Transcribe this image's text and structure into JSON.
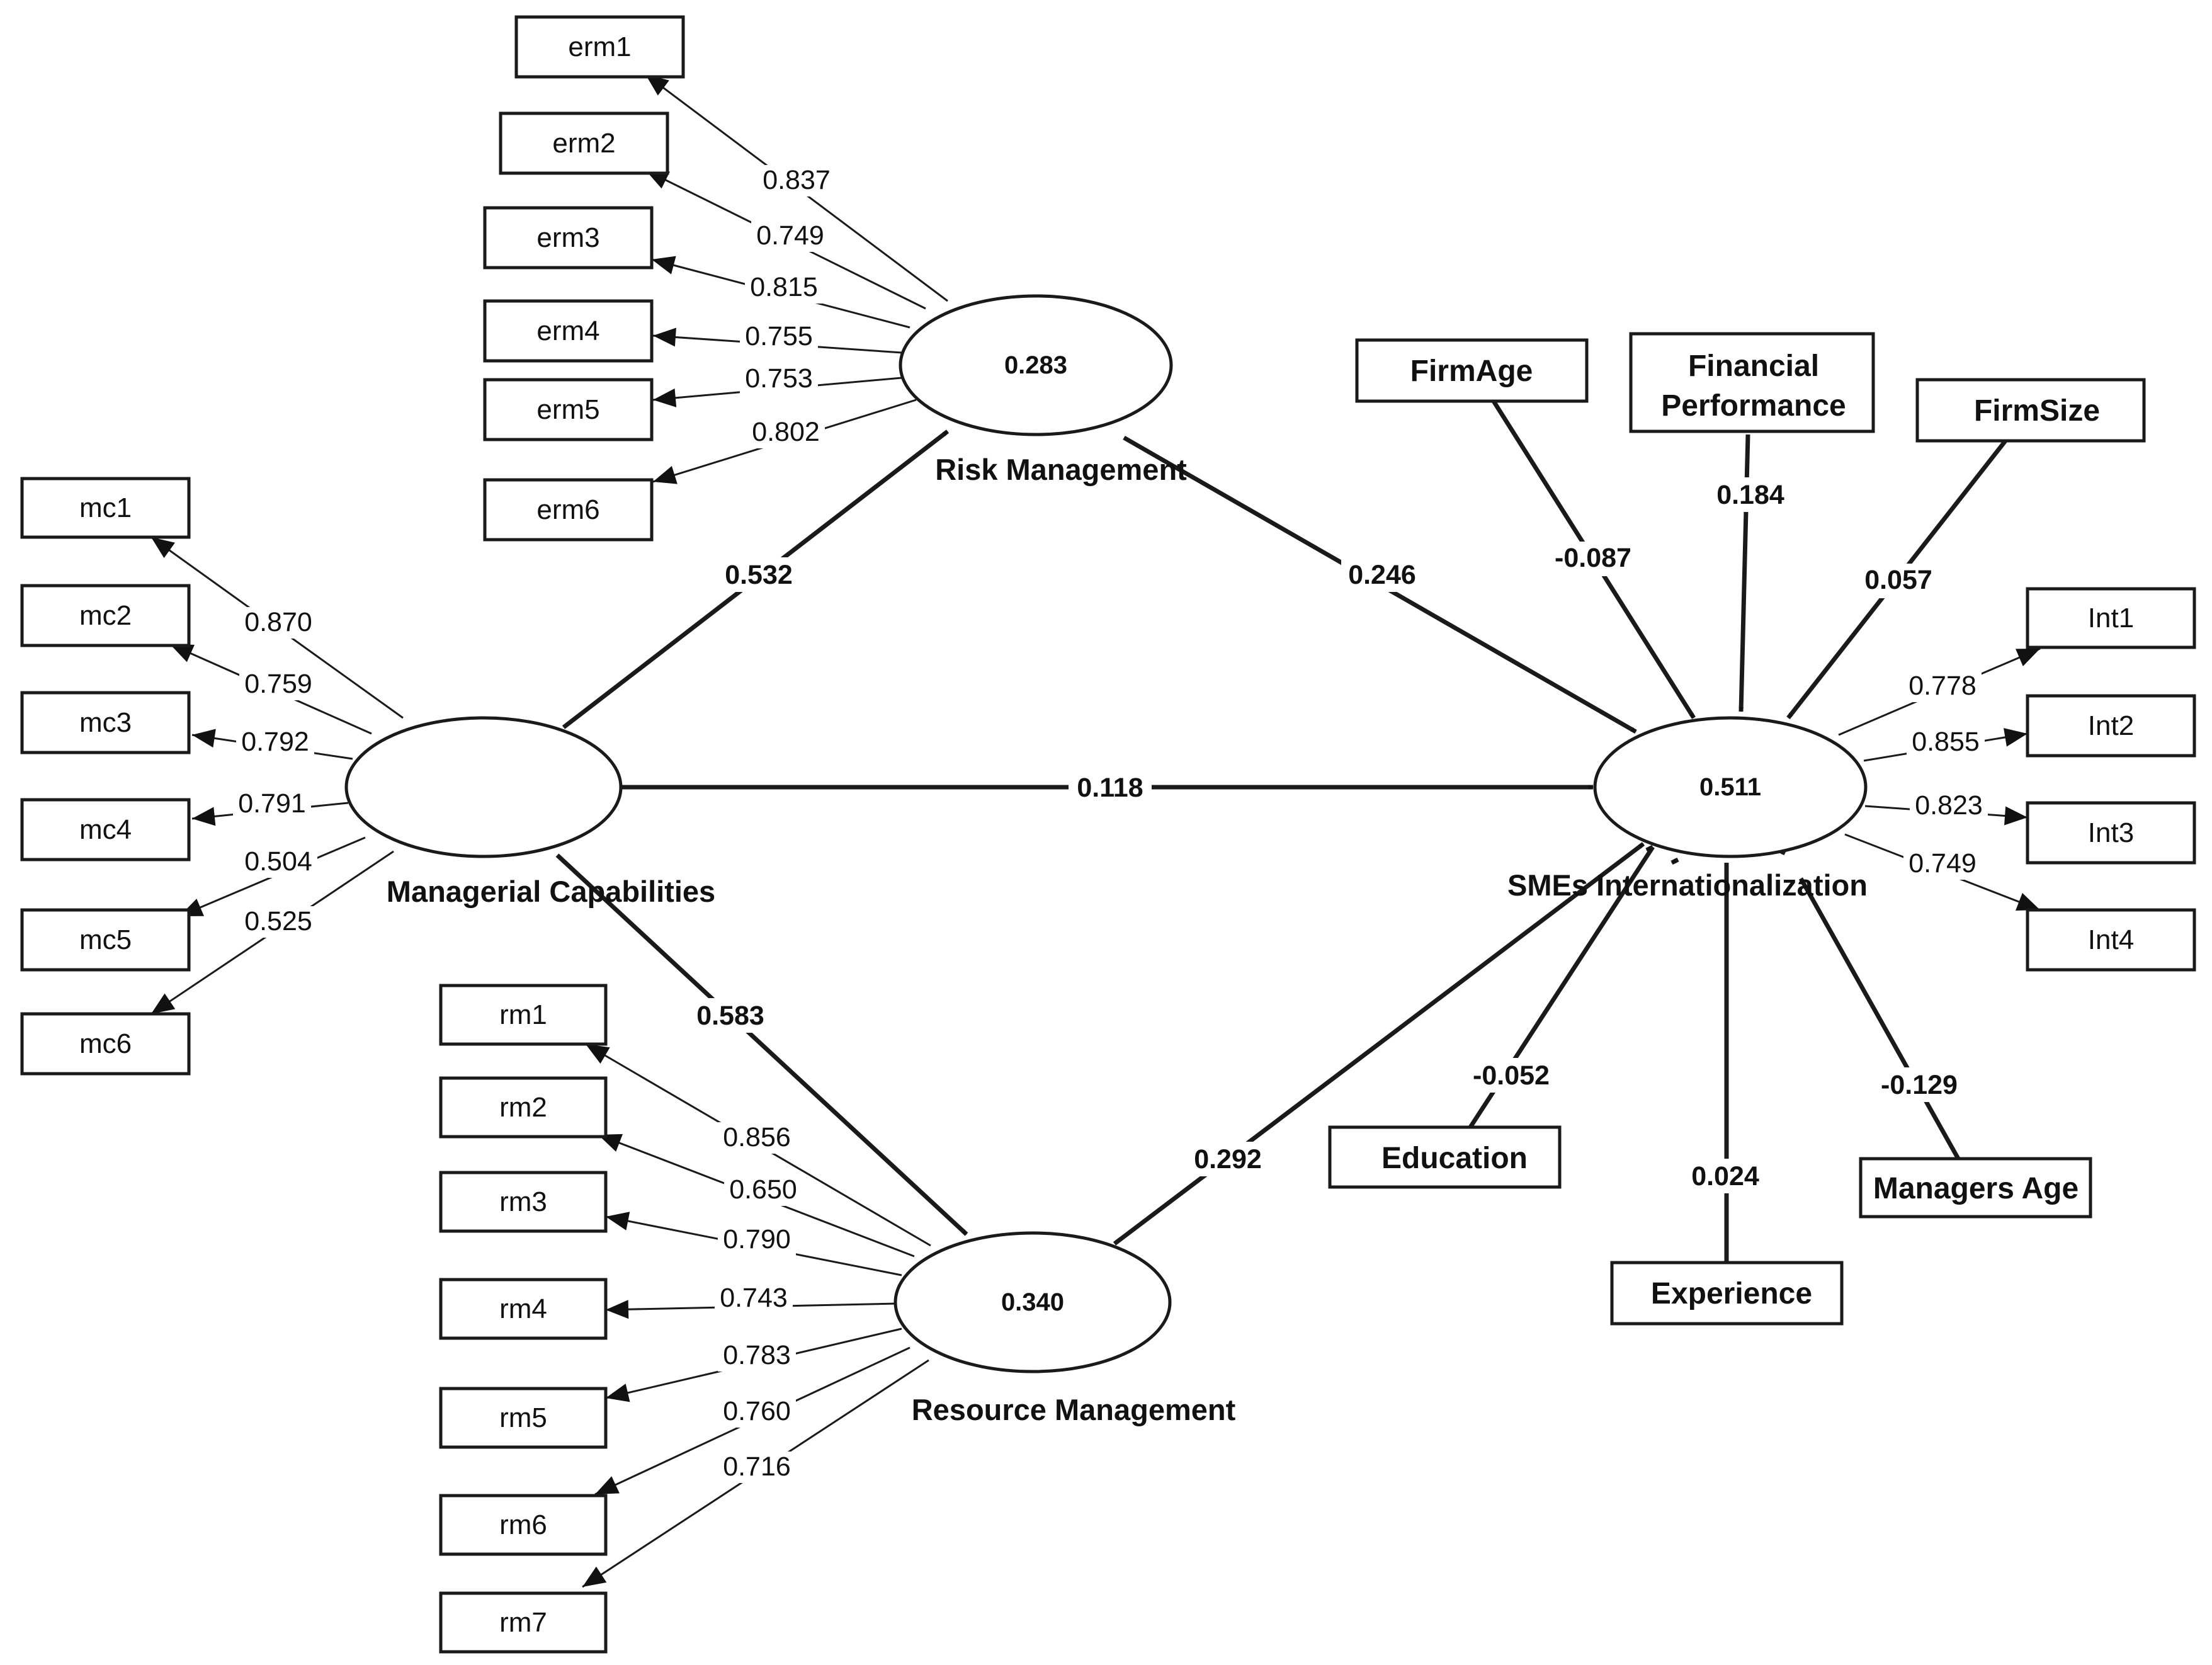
{
  "diagram": {
    "type": "structural-equation-path-model",
    "constructs": {
      "risk_management": {
        "label": "Risk Management",
        "r2": "0.283"
      },
      "managerial_capabilities": {
        "label": "Managerial Capabilities"
      },
      "resource_management": {
        "label": "Resource Management",
        "r2": "0.340"
      },
      "smes_internationalization": {
        "label": "SMEs Internationalization",
        "r2": "0.511"
      }
    },
    "indicators": {
      "erm": [
        {
          "label": "erm1",
          "loading": "0.837"
        },
        {
          "label": "erm2",
          "loading": "0.749"
        },
        {
          "label": "erm3",
          "loading": "0.815"
        },
        {
          "label": "erm4",
          "loading": "0.755"
        },
        {
          "label": "erm5",
          "loading": "0.753"
        },
        {
          "label": "erm6",
          "loading": "0.802"
        }
      ],
      "mc": [
        {
          "label": "mc1",
          "loading": "0.870"
        },
        {
          "label": "mc2",
          "loading": "0.759"
        },
        {
          "label": "mc3",
          "loading": "0.792"
        },
        {
          "label": "mc4",
          "loading": "0.791"
        },
        {
          "label": "mc5",
          "loading": "0.504"
        },
        {
          "label": "mc6",
          "loading": "0.525"
        }
      ],
      "rm": [
        {
          "label": "rm1",
          "loading": "0.856"
        },
        {
          "label": "rm2",
          "loading": "0.650"
        },
        {
          "label": "rm3",
          "loading": "0.790"
        },
        {
          "label": "rm4",
          "loading": "0.743"
        },
        {
          "label": "rm5",
          "loading": "0.783"
        },
        {
          "label": "rm6",
          "loading": "0.760"
        },
        {
          "label": "rm7",
          "loading": "0.716"
        }
      ],
      "int": [
        {
          "label": "Int1",
          "loading": "0.778"
        },
        {
          "label": "Int2",
          "loading": "0.855"
        },
        {
          "label": "Int3",
          "loading": "0.823"
        },
        {
          "label": "Int4",
          "loading": "0.749"
        }
      ]
    },
    "controls": {
      "firm_age": {
        "label": "FirmAge",
        "coef": "-0.087"
      },
      "financial_performance": {
        "label_line1": "Financial",
        "label_line2": "Performance",
        "coef": "0.184"
      },
      "firm_size": {
        "label": "FirmSize",
        "coef": "0.057"
      },
      "education": {
        "label": "Education",
        "coef": "-0.052"
      },
      "experience": {
        "label": "Experience",
        "coef": "0.024"
      },
      "managers_age": {
        "label": "Managers Age",
        "coef": "-0.129"
      }
    },
    "paths": {
      "mc_to_risk": "0.532",
      "risk_to_smes": "0.246",
      "mc_to_smes": "0.118",
      "mc_to_resource": "0.583",
      "resource_to_smes": "0.292"
    }
  }
}
